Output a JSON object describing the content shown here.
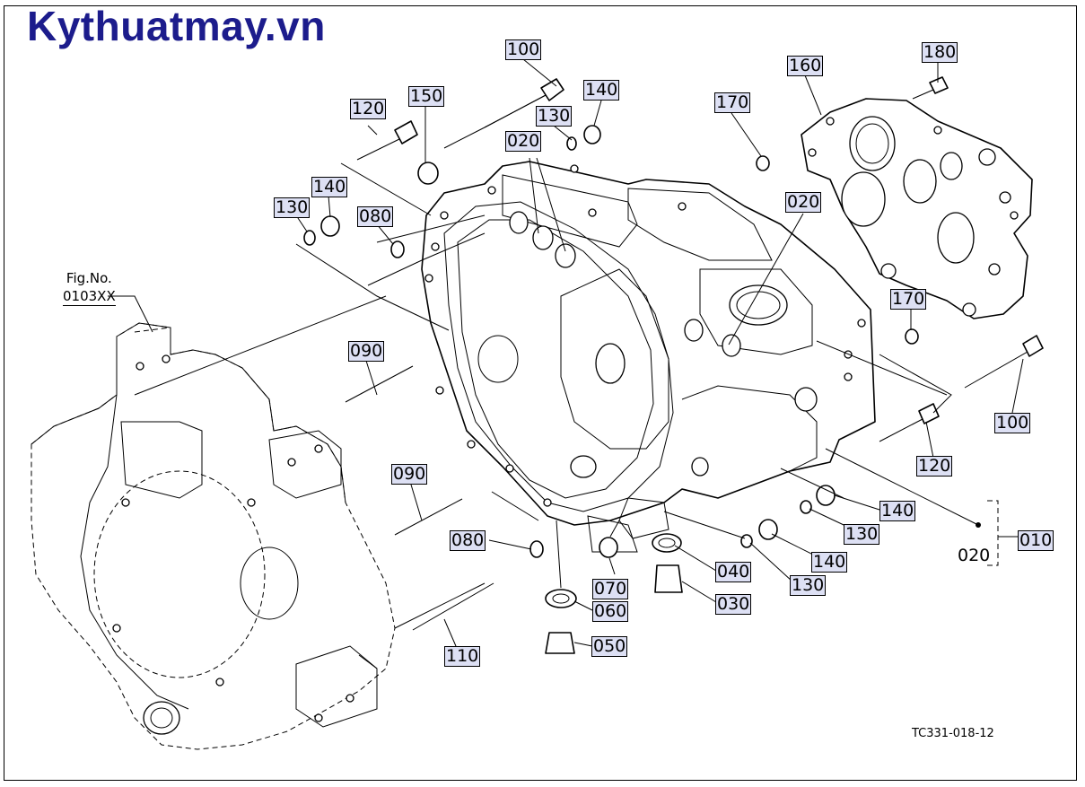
{
  "header": {
    "site_title": "Kythuatmay.vn"
  },
  "figure_reference": {
    "label": "Fig.No.",
    "number": "0103XX"
  },
  "drawing_code": "TC331-018-12",
  "part_labels": [
    {
      "id": "l100a",
      "text": "100",
      "boxed": true
    },
    {
      "id": "l120a",
      "text": "120",
      "boxed": true
    },
    {
      "id": "l150",
      "text": "150",
      "boxed": true
    },
    {
      "id": "l140a",
      "text": "140",
      "boxed": true
    },
    {
      "id": "l130a",
      "text": "130",
      "boxed": true
    },
    {
      "id": "l020a",
      "text": "020",
      "boxed": true
    },
    {
      "id": "l170a",
      "text": "170",
      "boxed": true
    },
    {
      "id": "l160",
      "text": "160",
      "boxed": true
    },
    {
      "id": "l180",
      "text": "180",
      "boxed": true
    },
    {
      "id": "l130b",
      "text": "130",
      "boxed": true
    },
    {
      "id": "l140b",
      "text": "140",
      "boxed": true
    },
    {
      "id": "l080a",
      "text": "080",
      "boxed": true
    },
    {
      "id": "l020b",
      "text": "020",
      "boxed": true
    },
    {
      "id": "l170b",
      "text": "170",
      "boxed": true
    },
    {
      "id": "l090a",
      "text": "090",
      "boxed": true
    },
    {
      "id": "l100b",
      "text": "100",
      "boxed": true
    },
    {
      "id": "l120b",
      "text": "120",
      "boxed": true
    },
    {
      "id": "l090b",
      "text": "090",
      "boxed": true
    },
    {
      "id": "l140c",
      "text": "140",
      "boxed": true
    },
    {
      "id": "l080b",
      "text": "080",
      "boxed": true
    },
    {
      "id": "l130c",
      "text": "130",
      "boxed": true
    },
    {
      "id": "l140d",
      "text": "140",
      "boxed": true
    },
    {
      "id": "l040",
      "text": "040",
      "boxed": true
    },
    {
      "id": "l070",
      "text": "070",
      "boxed": true
    },
    {
      "id": "l130d",
      "text": "130",
      "boxed": true
    },
    {
      "id": "l060",
      "text": "060",
      "boxed": true
    },
    {
      "id": "l030",
      "text": "030",
      "boxed": true
    },
    {
      "id": "l110",
      "text": "110",
      "boxed": true
    },
    {
      "id": "l050",
      "text": "050",
      "boxed": true
    },
    {
      "id": "l020c",
      "text": "020",
      "boxed": false
    },
    {
      "id": "l010",
      "text": "010",
      "boxed": true
    }
  ]
}
